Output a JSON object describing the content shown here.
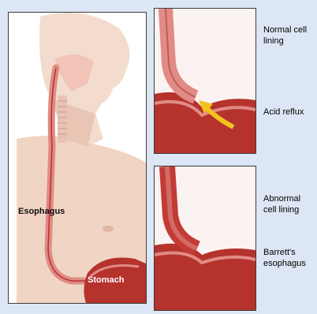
{
  "labels": {
    "esophagus": "Esophagus",
    "stomach": "Stomach"
  },
  "annotations": {
    "normal": "Normal cell lining",
    "acid": "Acid reflux",
    "abnormal": "Abnormal cell lining",
    "barretts": "Barrett's esophagus"
  },
  "colors": {
    "background": "#dde6f4",
    "skin": "#f3dccd",
    "esophagus": "#e08b86",
    "tissue": "#b5322d",
    "arrow": "#f2c21e"
  }
}
